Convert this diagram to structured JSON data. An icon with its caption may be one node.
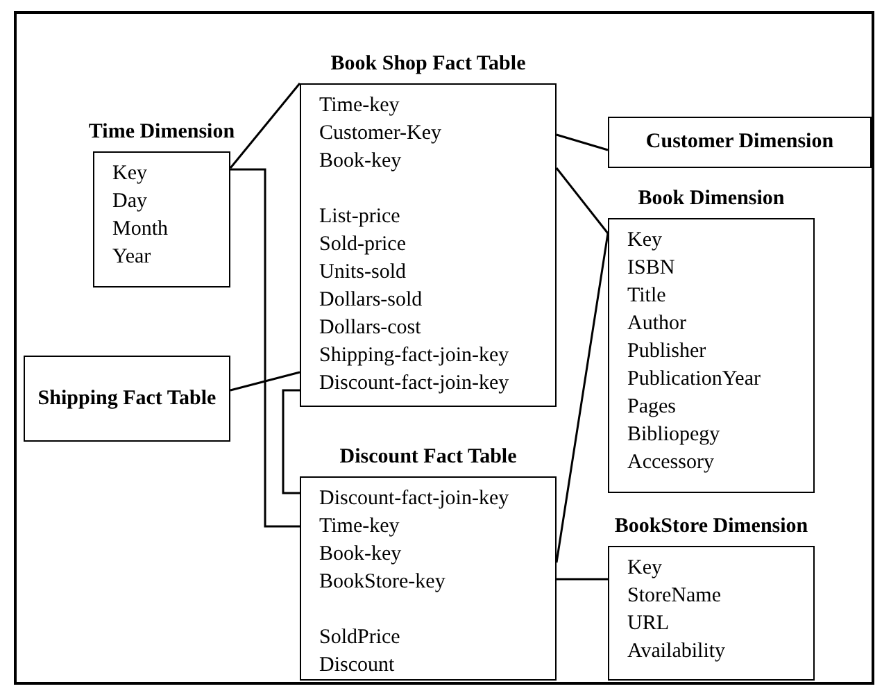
{
  "diagram": {
    "nodes": [
      {
        "text": [
          "Book Shop Fact Table",
          "Time-key",
          "Customer-Key",
          "Book-key",
          "List-price",
          "Sold-price",
          "Units-sold",
          "Dollars-sold",
          "Dollars-cost",
          "Shipping-fact-join-key",
          "Discount-fact-join-key"
        ]
      },
      {
        "text": [
          "Time Dimension",
          "Key",
          "Day",
          "Month",
          "Year"
        ]
      },
      {
        "text": [
          "Customer Dimension"
        ]
      },
      {
        "text": [
          "Book Dimension",
          "Key",
          "ISBN",
          "Title",
          "Author",
          "Publisher",
          "PublicationYear",
          "Pages",
          "Bibliopegy",
          "Accessory"
        ]
      },
      {
        "text": [
          "Shipping Fact Table"
        ]
      },
      {
        "text": [
          "Discount Fact Table",
          "Discount-fact-join-key",
          "Time-key",
          "Book-key",
          "BookStore-key",
          "SoldPrice",
          "Discount"
        ]
      },
      {
        "text": [
          "BookStore  Dimension",
          "Key",
          "StoreName",
          "URL",
          "Availability"
        ]
      }
    ],
    "edges": [
      {
        "from": 1,
        "to": 0,
        "arrow": "none"
      },
      {
        "from": 1,
        "to": 5,
        "arrow": "none"
      },
      {
        "from": 0,
        "to": 2,
        "arrow": "none"
      },
      {
        "from": 0,
        "to": 3,
        "arrow": "none"
      },
      {
        "from": 4,
        "to": 0,
        "arrow": "none"
      },
      {
        "from": 0,
        "to": 5,
        "arrow": "none"
      },
      {
        "from": 5,
        "to": 3,
        "arrow": "none"
      },
      {
        "from": 5,
        "to": 6,
        "arrow": "none"
      }
    ]
  }
}
